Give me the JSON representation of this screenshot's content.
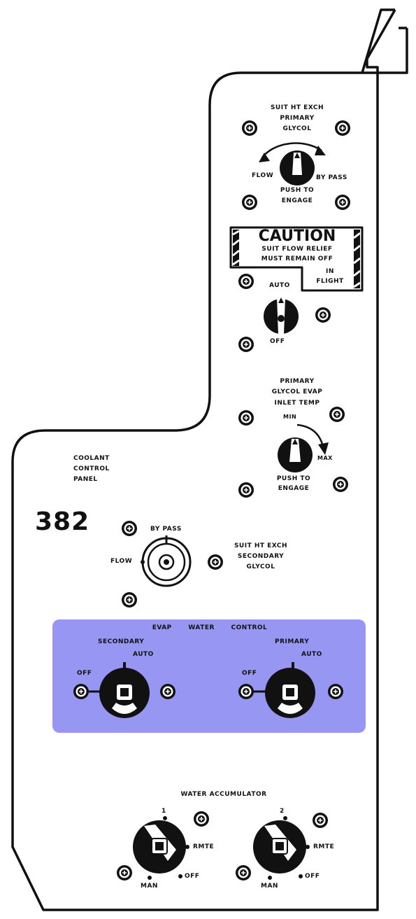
{
  "panel_number": "382",
  "panel_title_lines": [
    "COOLANT",
    "CONTROL",
    "PANEL"
  ],
  "suit_ht_exch_primary": {
    "lines": [
      "SUIT HT EXCH",
      "PRIMARY",
      "GLYCOL"
    ],
    "left": "FLOW",
    "right": "BY PASS",
    "push": [
      "PUSH TO",
      "ENGAGE"
    ]
  },
  "caution": {
    "title": "CAUTION",
    "lines": [
      "SUIT FLOW RELIEF",
      "MUST REMAIN OFF",
      "IN",
      "FLIGHT"
    ]
  },
  "suit_flow_relief": {
    "top": "AUTO",
    "bottom": "OFF"
  },
  "primary_glycol_evap": {
    "lines": [
      "PRIMARY",
      "GLYCOL EVAP",
      "INLET TEMP"
    ],
    "min": "MIN",
    "max": "MAX",
    "push": [
      "PUSH TO",
      "ENGAGE"
    ]
  },
  "suit_ht_exch_secondary": {
    "top": "BY PASS",
    "left": "FLOW",
    "lines": [
      "SUIT HT EXCH",
      "SECONDARY",
      "GLYCOL"
    ]
  },
  "evap_water_control": {
    "title": "EVAP WATER CONTROL",
    "highlight_color": "#8c8cf2",
    "secondary": {
      "name": "SECONDARY",
      "auto": "AUTO",
      "off": "OFF"
    },
    "primary": {
      "name": "PRIMARY",
      "auto": "AUTO",
      "off": "OFF"
    }
  },
  "water_accumulator": {
    "title": "WATER ACCUMULATOR",
    "units": [
      {
        "num": "1",
        "rmte": "RMTE",
        "off": "OFF",
        "man": "MAN"
      },
      {
        "num": "2",
        "rmte": "RMTE",
        "off": "OFF",
        "man": "MAN"
      }
    ]
  }
}
